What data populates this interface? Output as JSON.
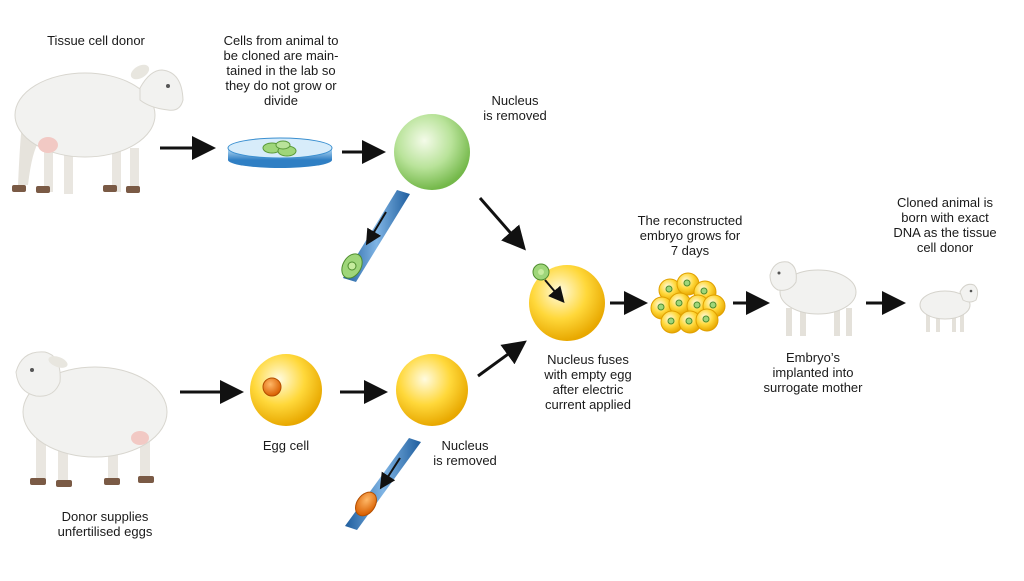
{
  "labels": {
    "tissue_donor": "Tissue cell donor",
    "cells_maintained": "Cells from animal to\nbe cloned are main-\ntained in the lab so\nthey do not grow or\ndivide",
    "nucleus_removed_top": "Nucleus\nis removed",
    "reconstructed_embryo": "The reconstructed\nembryo grows for\n7 days",
    "cloned_born": "Cloned animal is\nborn with exact\nDNA as the tissue\ncell donor",
    "nucleus_fuses": "Nucleus fuses\nwith empty egg\nafter electric\ncurrent applied",
    "embryo_implanted": "Embryo’s\nimplanted into\nsurrogate mother",
    "egg_cell": "Egg cell",
    "nucleus_removed_bottom": "Nucleus\nis removed",
    "donor_eggs": "Donor supplies\nunfertilised eggs"
  },
  "colors": {
    "arrow": "#111111",
    "green_cell": "#9fd67a",
    "yellow_cell": "#ffd21f",
    "nucleus_orange": "#f07d1a",
    "dish_blue": "#3a8fd0",
    "pipette_blue": "#2d6fb0",
    "sheep_wool": "#f2f2f0",
    "sheep_hoof": "#7a5a45"
  }
}
